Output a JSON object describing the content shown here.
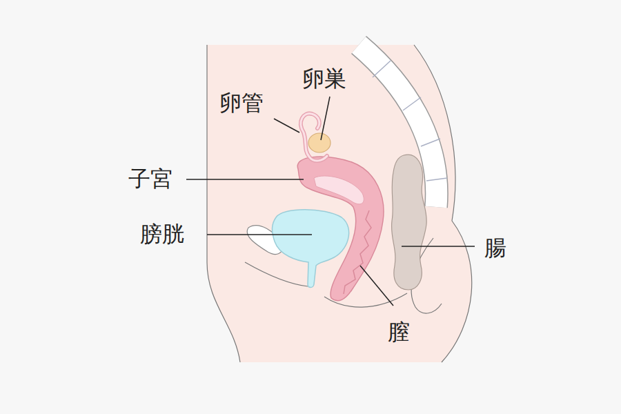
{
  "diagram": {
    "labels": [
      "卵管",
      "卵巣",
      "子宮",
      "膀胱",
      "腸",
      "膣"
    ]
  }
}
